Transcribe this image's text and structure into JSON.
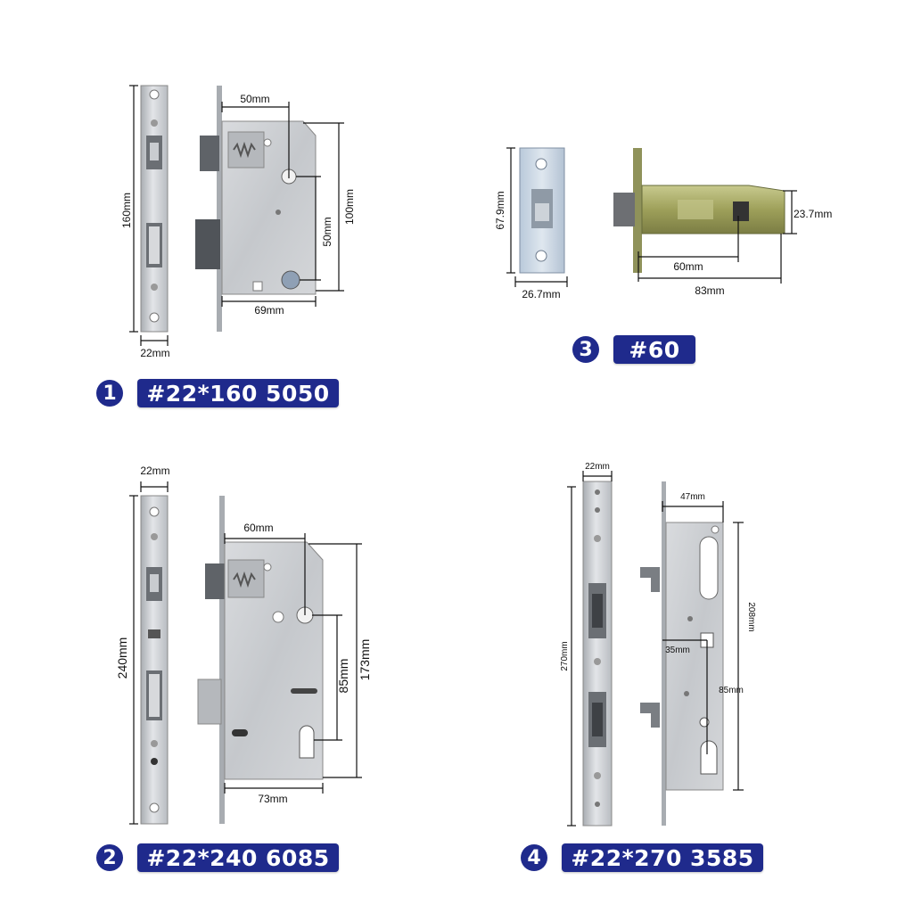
{
  "products": [
    {
      "number": "1",
      "code": "#22*160 5050",
      "dims": {
        "faceplate_length": "160mm",
        "faceplate_width": "22mm",
        "backset": "50mm",
        "height": "100mm",
        "center": "50mm",
        "depth": "69mm"
      }
    },
    {
      "number": "2",
      "code": "#22*240 6085",
      "dims": {
        "faceplate_width": "22mm",
        "faceplate_length": "240mm",
        "backset": "60mm",
        "height": "173mm",
        "center": "85mm",
        "depth": "73mm"
      }
    },
    {
      "number": "3",
      "code": "#60",
      "dims": {
        "plate_height": "67.9mm",
        "plate_width": "26.7mm",
        "backset": "60mm",
        "total": "83mm",
        "thickness": "23.7mm"
      }
    },
    {
      "number": "4",
      "code": "#22*270 3585",
      "dims": {
        "faceplate_width": "22mm",
        "faceplate_length": "270mm",
        "case_width": "47mm",
        "height": "208mm",
        "backset": "35mm",
        "center": "85mm"
      }
    }
  ],
  "colors": {
    "badge": "#1f2a8c",
    "steel": "#c9ccd0",
    "brass": "#a9ab6a"
  }
}
